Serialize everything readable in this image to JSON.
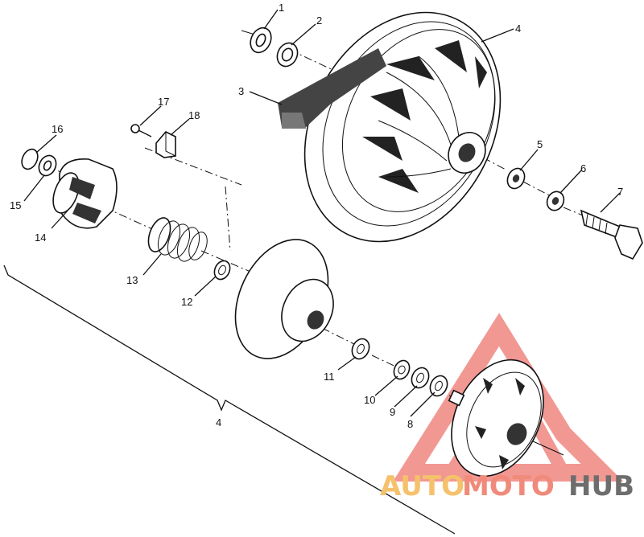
{
  "labels": {
    "l1": "1",
    "l2": "2",
    "l3": "3",
    "l4a": "4",
    "l4b": "4",
    "l5": "5",
    "l6": "6",
    "l7": "7",
    "l8": "8",
    "l9": "9",
    "l10": "10",
    "l11": "11",
    "l12": "12",
    "l13": "13",
    "l14": "14",
    "l15": "15",
    "l16": "16",
    "l17": "17",
    "l18": "18"
  },
  "watermark": {
    "part1": "AUTO",
    "part2": "MOTO",
    "part3": "HUB",
    "color_auto": "#f5c16b",
    "color_moto": "#f08a7a",
    "color_hub": "#6d6d6d",
    "triangle_color": "#e9443b"
  }
}
